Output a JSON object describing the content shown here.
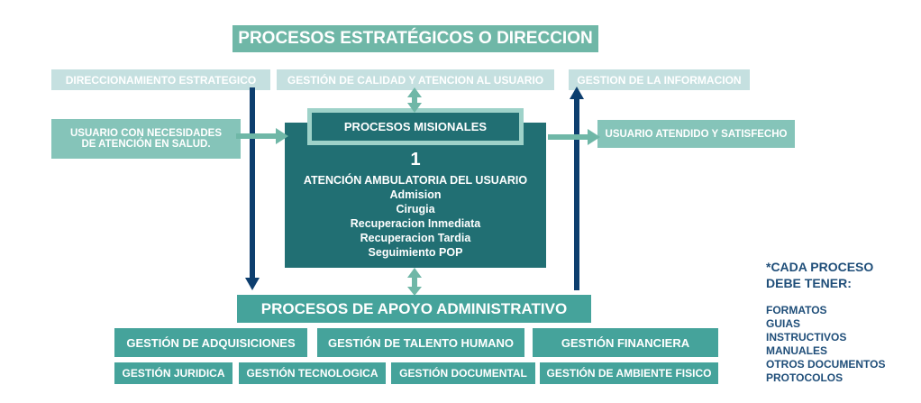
{
  "title": "PROCESOS ESTRATÉGICOS O DIRECCION",
  "strategic": [
    "DIRECCIONAMIENTO ESTRATEGICO",
    "GESTIÓN DE CALIDAD Y ATENCION AL USUARIO",
    "GESTION DE LA INFORMACION"
  ],
  "input": "USUARIO CON NECESIDADES DE ATENCIÓN EN SALUD.",
  "output": "USUARIO ATENDIDO Y SATISFECHO",
  "misional": {
    "header": "PROCESOS MISIONALES",
    "number": "1",
    "lines": [
      "ATENCIÓN AMBULATORIA DEL USUARIO",
      "Admision",
      "Cirugia",
      "Recuperacion Inmediata",
      "Recuperacion Tardia",
      "Seguimiento POP"
    ]
  },
  "apoyo": {
    "title": "PROCESOS DE APOYO ADMINISTRATIVO",
    "row1": [
      "GESTIÓN DE ADQUISICIONES",
      "GESTIÓN DE TALENTO HUMANO",
      "GESTIÓN  FINANCIERA"
    ],
    "row2": [
      "GESTIÓN JURIDICA",
      "GESTIÓN  TECNOLOGICA",
      "GESTIÓN DOCUMENTAL",
      "GESTIÓN DE AMBIENTE  FISICO"
    ]
  },
  "notes": {
    "heading": "*CADA PROCESO DEBE TENER:",
    "items": [
      "FORMATOS",
      "GUIAS",
      "INSTRUCTIVOS",
      "MANUALES",
      "OTROS DOCUMENTOS",
      "PROTOCOLOS"
    ]
  }
}
